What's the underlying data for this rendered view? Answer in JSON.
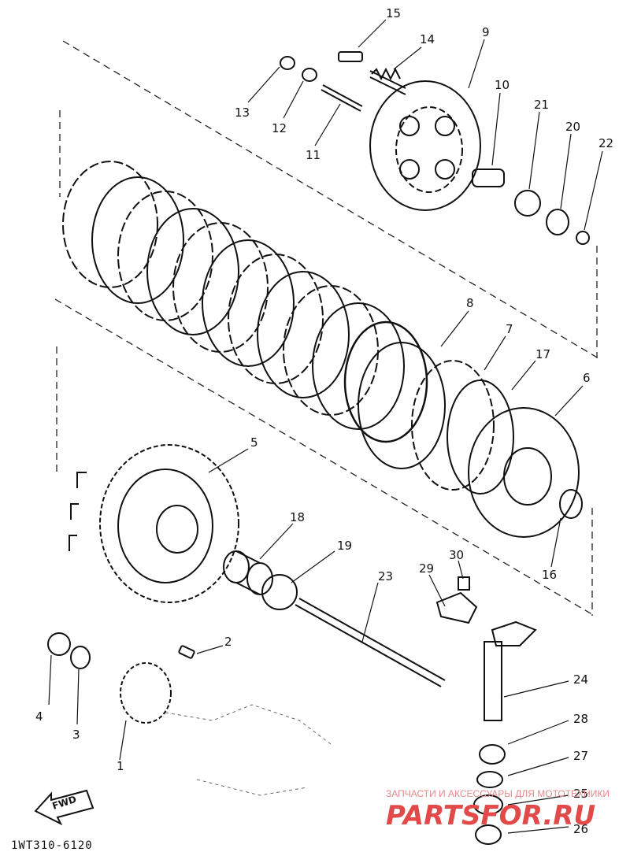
{
  "diagram": {
    "callouts": [
      "15",
      "14",
      "9",
      "13",
      "12",
      "11",
      "10",
      "21",
      "20",
      "22",
      "8",
      "7",
      "17",
      "6",
      "5",
      "18",
      "19",
      "23",
      "29",
      "30",
      "16",
      "2",
      "24",
      "4",
      "3",
      "1",
      "28",
      "27",
      "25",
      "26"
    ],
    "fwd_label": "FWD",
    "drawing_code": "1WT310-6120"
  },
  "watermark": {
    "tagline": "ЗАПЧАСТИ И АКСЕССУАРЫ ДЛЯ МОТОТЕХНИКИ",
    "brand": "PARTSFOR.RU",
    "color": "#e24a4a"
  }
}
